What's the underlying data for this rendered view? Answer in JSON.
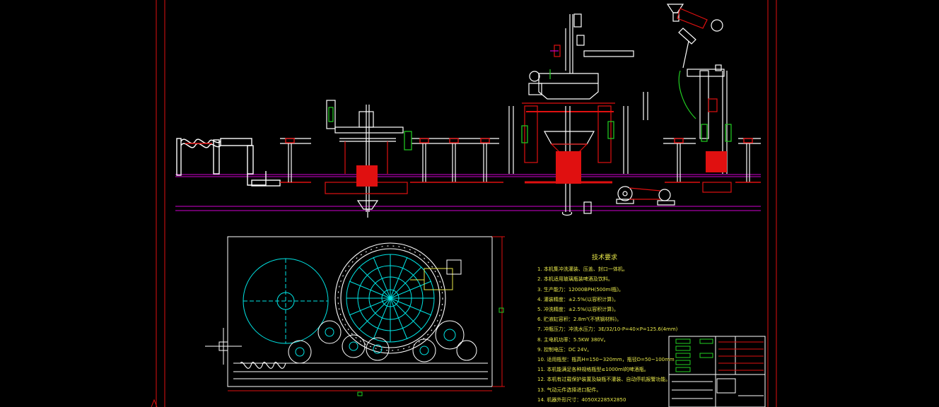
{
  "colors": {
    "background": "#000000",
    "frame": "#e01010",
    "cyan": "#00e5e5",
    "white": "#ffffff",
    "red": "#e01010",
    "magenta": "#d000d0",
    "yellow": "#e8e84a",
    "green": "#22d022"
  },
  "tech_requirements": {
    "title": "技术要求",
    "items": [
      "1. 本机集冲洗灌装、压盖、封口一体机。",
      "2. 本机适用玻璃瓶装啤酒及饮料。",
      "3. 生产能力：12000BPH(500ml瓶)。",
      "4. 灌装精度：±2.5%(以容积计算)。",
      "5. 冲洗精度：±2.5%(以容积计算)。",
      "6. 贮液缸容积：2.8m³(不锈钢材料)。",
      "7. 冲瓶压力：冲洗水压力：3E/32/10-P=40×P=125.6(4mm)",
      "8. 主电机功率：5.5KW 380V。",
      "9. 控制电压：DC 24V。",
      "10. 适用瓶型：瓶高H=150~320mm，瓶径D=50~100mm",
      "11. 本机能满足各种规格瓶型≤1000ml的啤酒瓶。",
      "12. 本机有过载保护装置及缺瓶不灌装、自动停机报警功能。",
      "13. 气动元件选择进口配件。",
      "14. 机器外形尺寸：4050X2285X2850"
    ]
  }
}
